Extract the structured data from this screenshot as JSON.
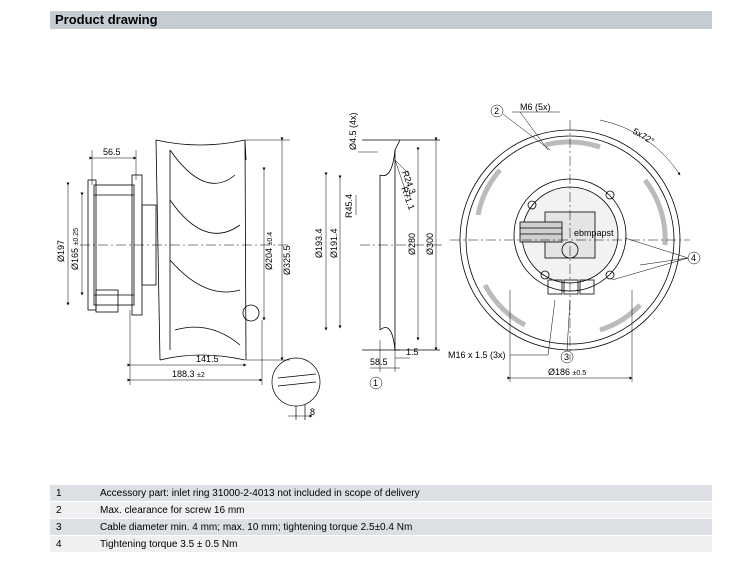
{
  "header": {
    "title": "Product drawing"
  },
  "side_view": {
    "dim_top": "56.5",
    "dim_dia1": "Ø197",
    "dim_dia2": "Ø165",
    "dim_dia2_tol": "±0.25",
    "dim_dia3": "Ø204",
    "dim_dia3_tol": "±0.4",
    "dim_dia4": "Ø325.5",
    "dim_bottom1": "141.5",
    "dim_bottom2": "188.3",
    "dim_bottom2_tol": "±2"
  },
  "ring_view": {
    "dim_hole": "Ø4.5 (4x)",
    "dim_r1": "R24.3",
    "dim_r2": "R71.1",
    "dim_r3": "R45.4",
    "dim_d1": "Ø193.4",
    "dim_d2": "Ø191.4",
    "dim_d3": "Ø280",
    "dim_d4": "Ø300",
    "dim_w1": "58.5",
    "dim_w2": "1.5",
    "callout": "1"
  },
  "detail": {
    "dim": "8"
  },
  "front_view": {
    "callout2": "2",
    "m6": "M6 (5x)",
    "angle": "5x72°",
    "callout4": "4",
    "m16": "M16 x 1.5 (3x)",
    "callout3": "3",
    "dim_bottom": "Ø186",
    "dim_bottom_tol": "±0.5",
    "brand": "ebmpapst"
  },
  "notes": [
    {
      "num": "1",
      "text": "Accessory part: inlet ring 31000-2-4013 not included in scope of delivery"
    },
    {
      "num": "2",
      "text": "Max. clearance for screw 16 mm"
    },
    {
      "num": "3",
      "text": "Cable diameter min. 4 mm; max. 10 mm; tightening torque 2.5±0.4 Nm"
    },
    {
      "num": "4",
      "text": "Tightening torque 3.5 ± 0.5 Nm"
    }
  ]
}
